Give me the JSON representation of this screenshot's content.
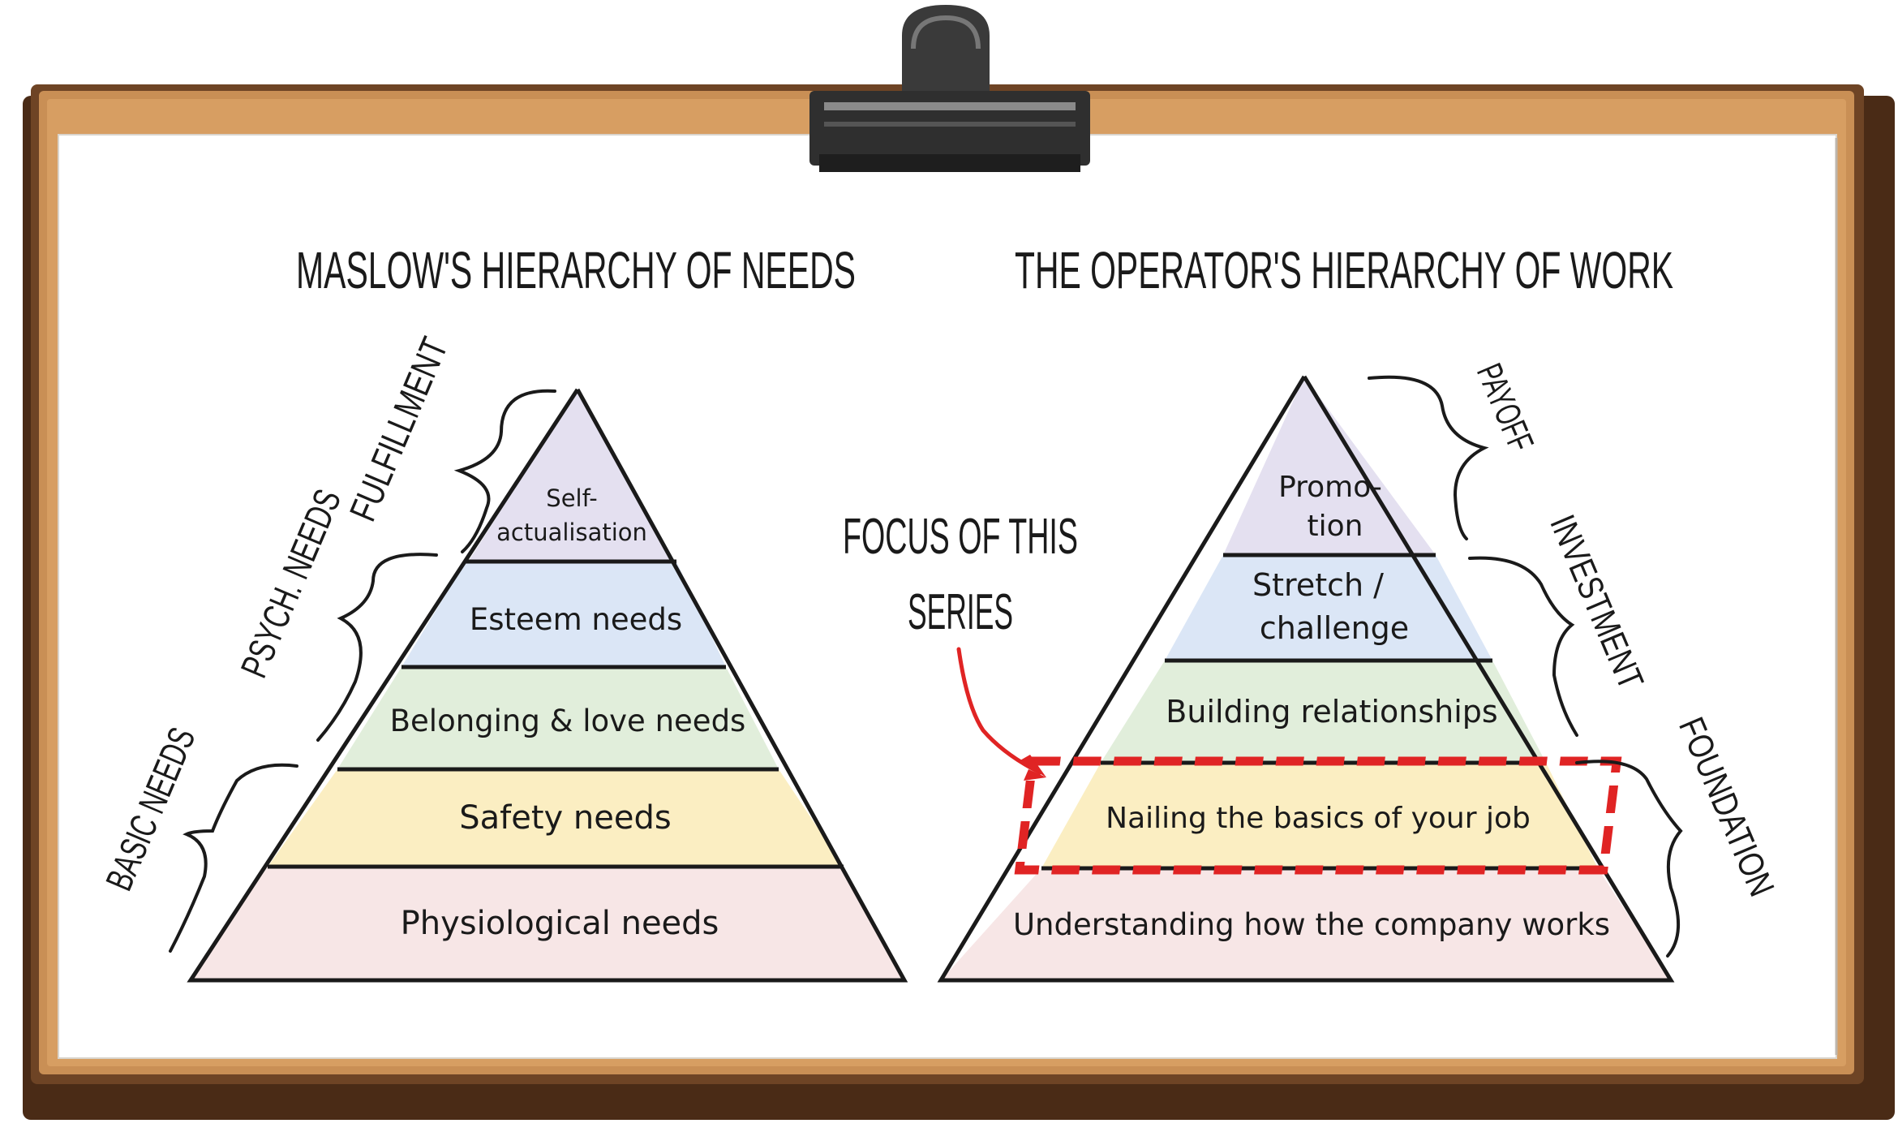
{
  "left": {
    "title": "MASLOW'S HIERARCHY OF NEEDS",
    "layers": [
      {
        "label_lines": [
          "Self-",
          "actualisation"
        ],
        "fill": "#e4e0f0"
      },
      {
        "label_lines": [
          "Esteem needs"
        ],
        "fill": "#dbe6f6"
      },
      {
        "label_lines": [
          "Belonging & love needs"
        ],
        "fill": "#e1eedb"
      },
      {
        "label_lines": [
          "Safety needs"
        ],
        "fill": "#fbeec2"
      },
      {
        "label_lines": [
          "Physiological needs"
        ],
        "fill": "#f7e6e6"
      }
    ],
    "groups": [
      {
        "label": "FULFILLMENT"
      },
      {
        "label": "PSYCH. NEEDS"
      },
      {
        "label": "BASIC NEEDS"
      }
    ]
  },
  "right": {
    "title": "THE OPERATOR'S HIERARCHY OF WORK",
    "layers": [
      {
        "label_lines": [
          "Promo-",
          "tion"
        ],
        "fill": "#e4e0f0"
      },
      {
        "label_lines": [
          "Stretch /",
          "challenge"
        ],
        "fill": "#dbe6f6"
      },
      {
        "label_lines": [
          "Building relationships"
        ],
        "fill": "#e1eedb"
      },
      {
        "label_lines": [
          "Nailing the basics of your job"
        ],
        "fill": "#fbeec2"
      },
      {
        "label_lines": [
          "Understanding how the company works"
        ],
        "fill": "#f7e6e6"
      }
    ],
    "groups": [
      {
        "label": "PAYOFF"
      },
      {
        "label": "INVESTMENT"
      },
      {
        "label": "FOUNDATION"
      }
    ]
  },
  "callout": {
    "lines": [
      "FOCUS OF THIS",
      "SERIES"
    ],
    "color": "#e02424"
  },
  "colors": {
    "board_wood": "#c98f55",
    "board_edge": "#6e4425",
    "clip_dark": "#2f2f2f"
  }
}
